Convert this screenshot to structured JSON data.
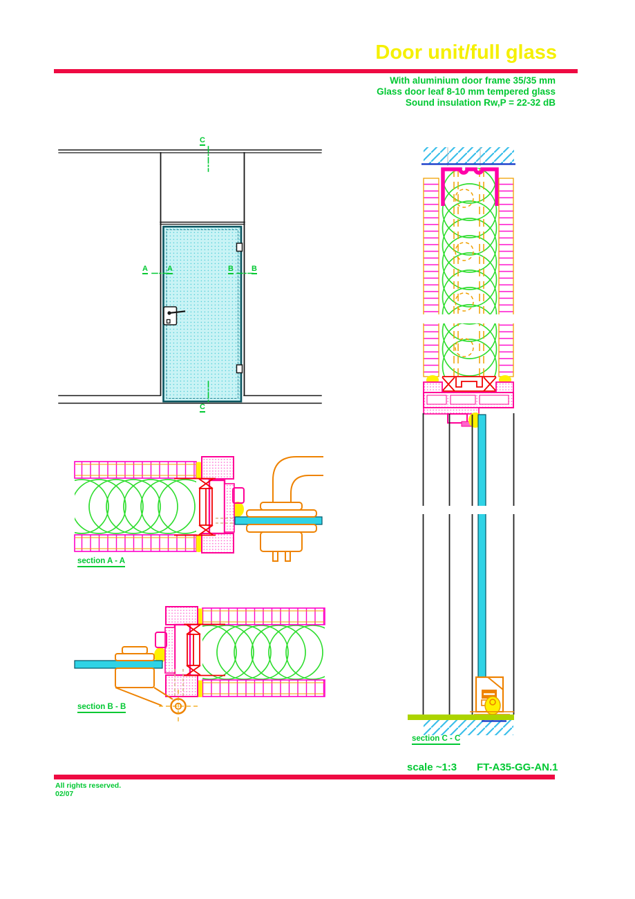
{
  "header": {
    "title": "Door unit/full glass",
    "spec_lines": [
      "With aluminium door frame 35/35 mm",
      "Glass door leaf 8-10 mm tempered glass",
      "Sound insulation Rw,P = 22-32 dB"
    ]
  },
  "drawing": {
    "markers": {
      "c_top": "C",
      "c_bottom": "C",
      "a_left": "A",
      "a_right": "A",
      "b_left": "B",
      "b_right": "B"
    },
    "section_labels": {
      "aa": "section A - A",
      "bb": "section B - B",
      "cc": "section C - C"
    }
  },
  "footer": {
    "scale_label": "scale ~1:3",
    "doc_number": "FT-A35-GG-AN.1",
    "rights": "All rights reserved.",
    "date": "02/07"
  },
  "colors": {
    "title_yellow": "#F5F000",
    "accent_red": "#EE0A42",
    "label_green": "#00C832",
    "board_magenta": "#FF00C8",
    "frame_magenta": "#FF0096",
    "profile_red": "#F00000",
    "hardware_orange": "#EE8200",
    "stud_orange": "#F0A000",
    "glass_cyan": "#2FD3E6",
    "glass_pale": "#C9F3F5",
    "insulation_green": "#2EDD2E",
    "sealant_yellow": "#FFF000",
    "floor_chartreuse": "#ACD400",
    "hatch_cyan": "#38BEEA",
    "slab_blue": "#2244CC"
  }
}
